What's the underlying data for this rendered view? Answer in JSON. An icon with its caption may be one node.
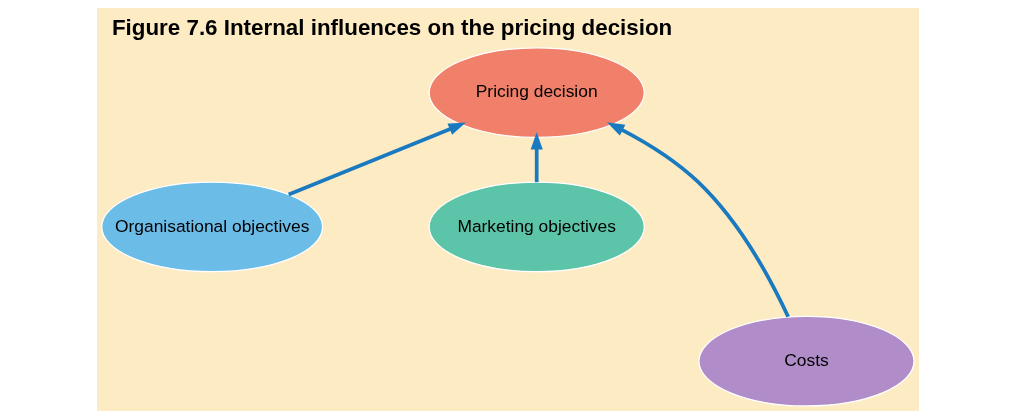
{
  "diagram": {
    "title": "Figure 7.6 Internal influences on the pricing decision",
    "nodes": [
      {
        "text": [
          "Pricing decision"
        ]
      },
      {
        "text": [
          "Organisational objectives"
        ]
      },
      {
        "text": [
          "Marketing objectives"
        ]
      },
      {
        "text": [
          "Costs"
        ]
      }
    ],
    "edges": [
      {
        "from": 1,
        "to": 0,
        "arrow": "to"
      },
      {
        "from": 3,
        "to": 0,
        "arrow": "to"
      },
      {
        "from": 2,
        "to": 0,
        "arrow": "to"
      }
    ]
  }
}
